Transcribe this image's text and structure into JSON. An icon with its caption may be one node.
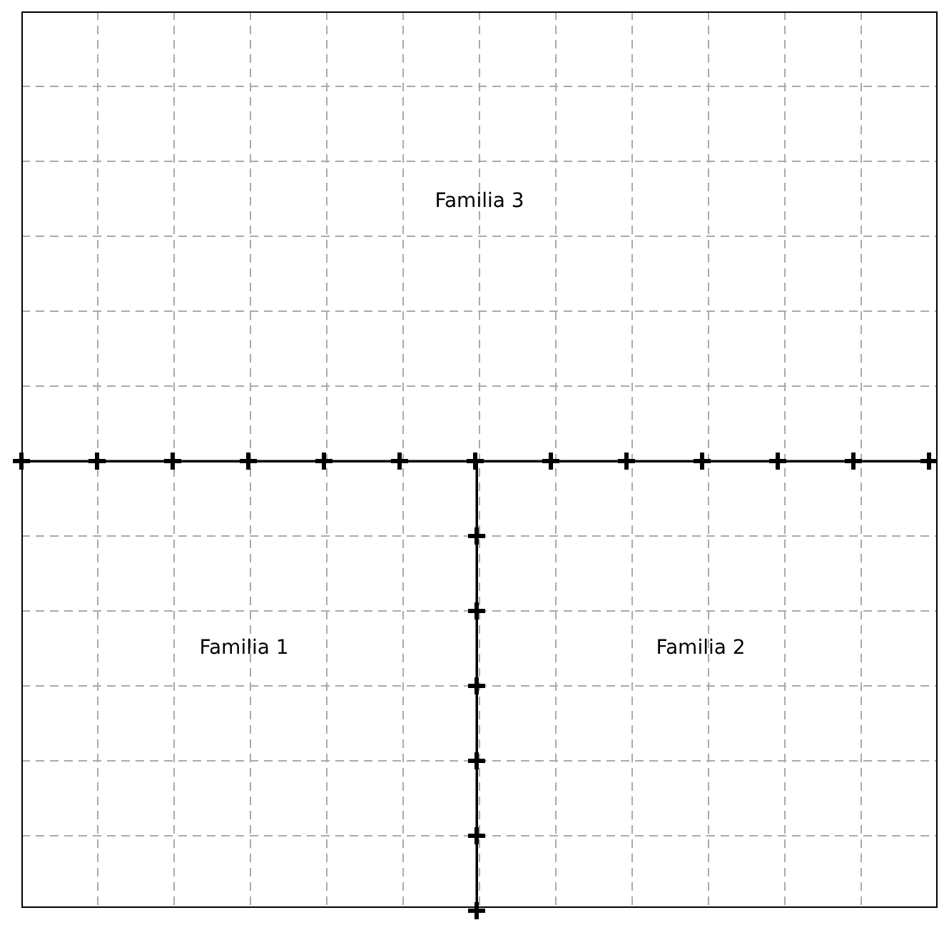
{
  "diagram": {
    "nodes": [
      {
        "text": [
          "Familia 3"
        ]
      },
      {
        "text": [
          "Familia 1"
        ]
      },
      {
        "text": [
          "Familia 2"
        ]
      }
    ]
  }
}
